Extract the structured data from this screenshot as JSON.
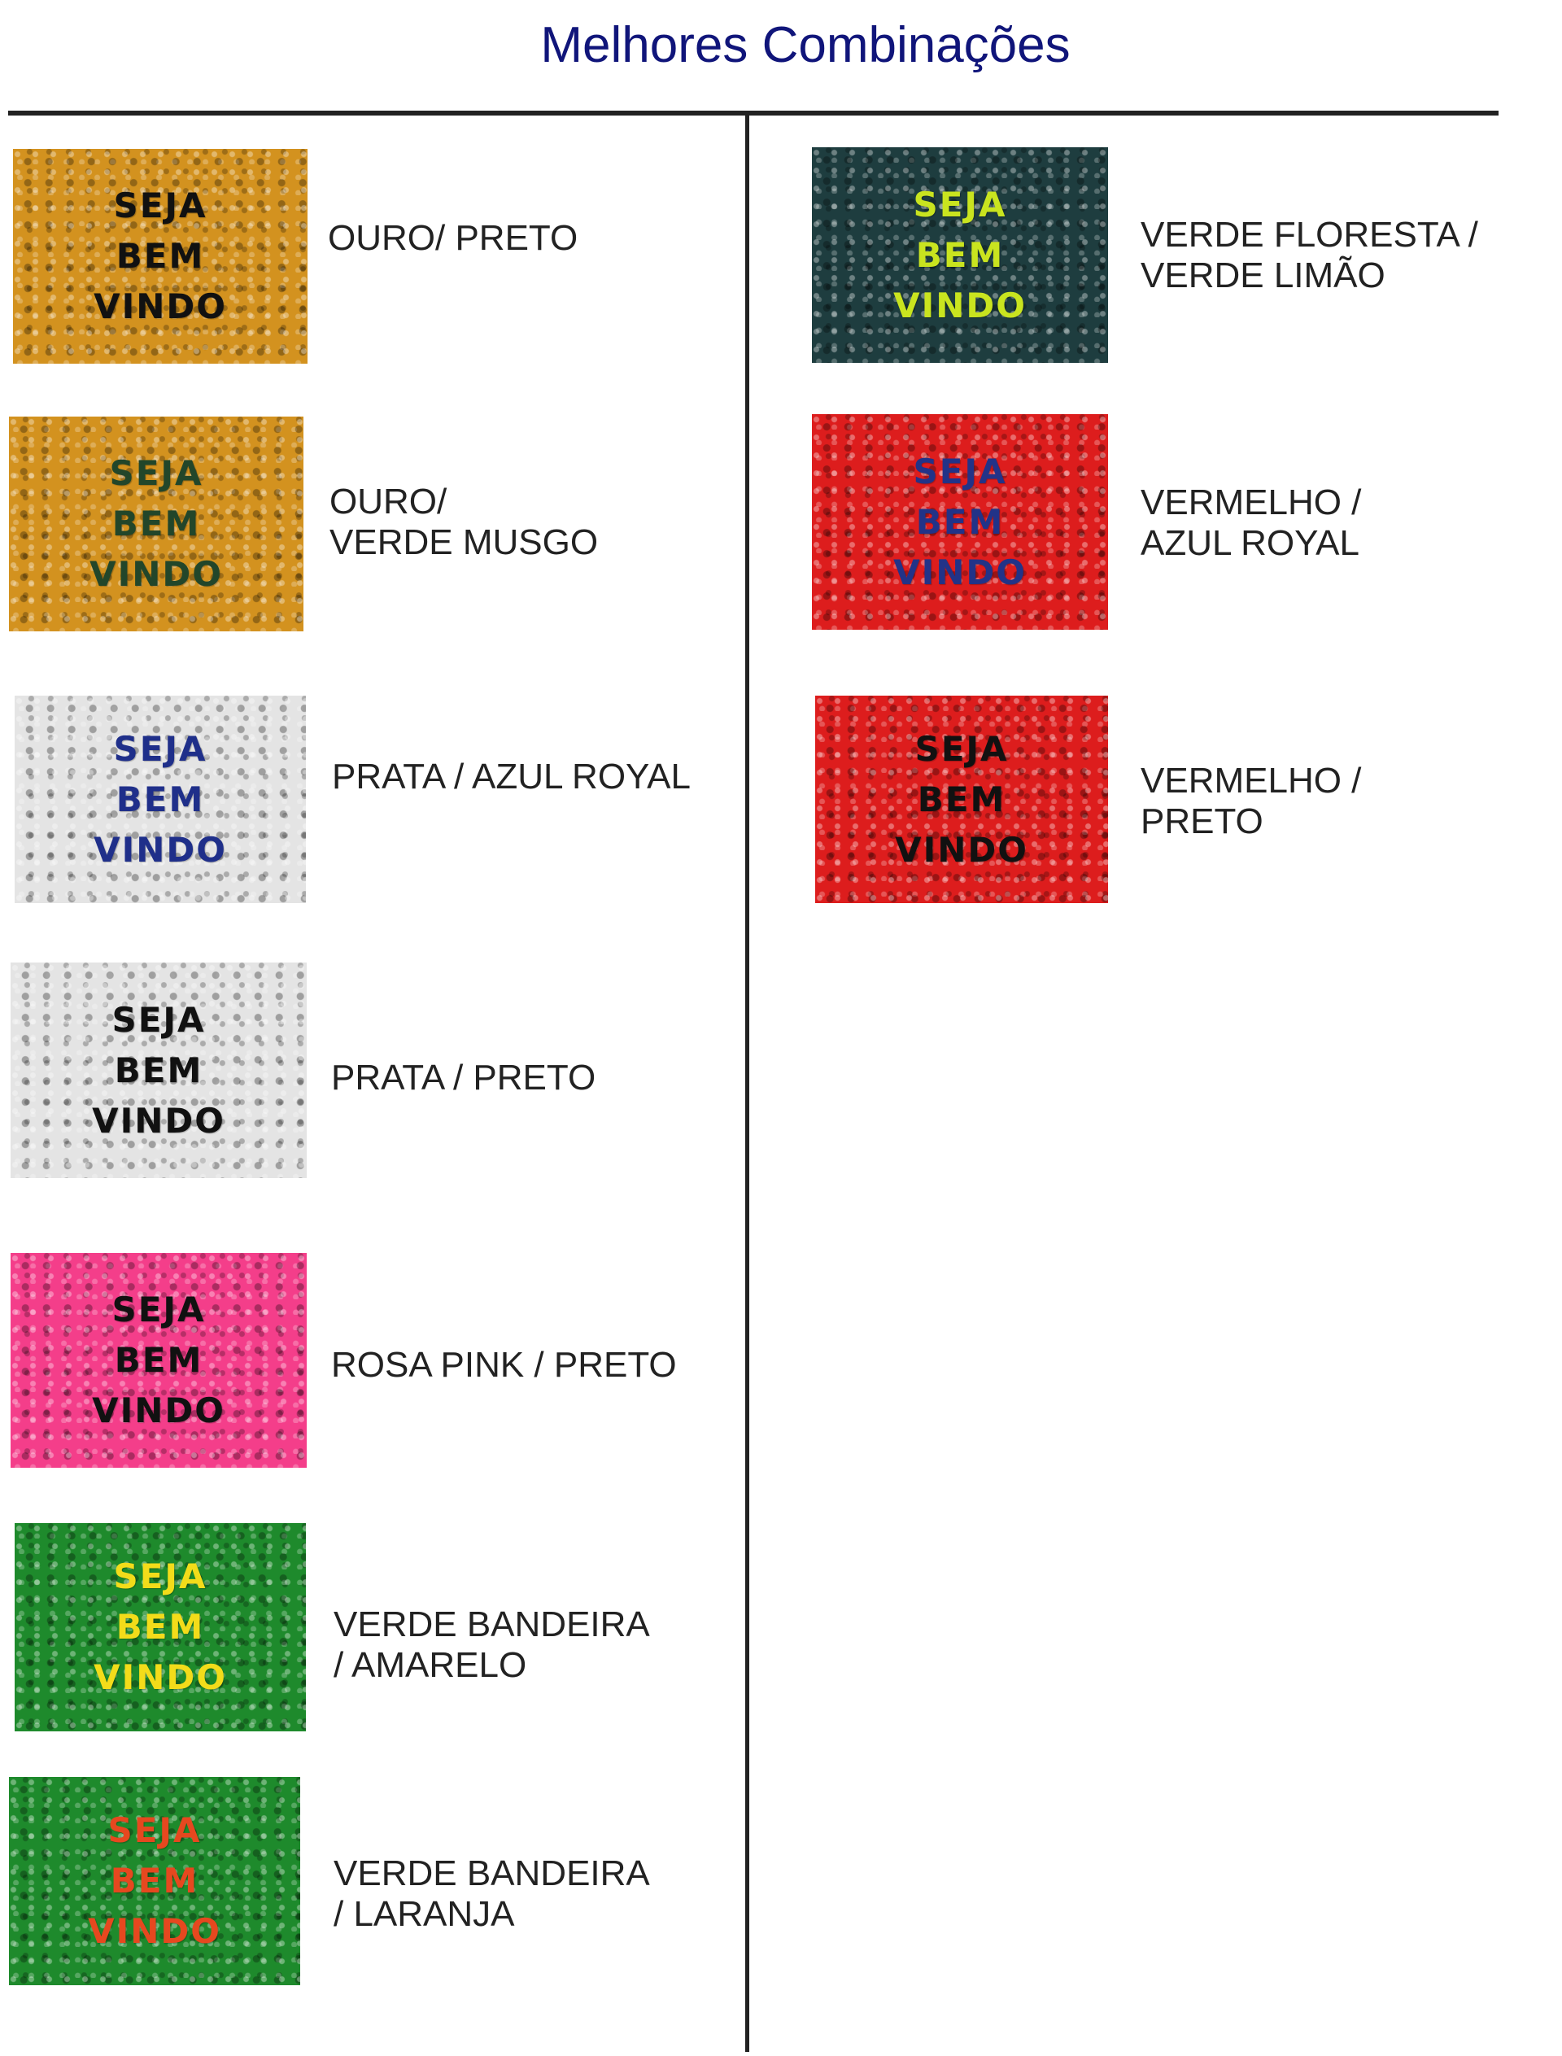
{
  "title": "Melhores Combinações",
  "mat_text": [
    "SEJA",
    "BEM",
    "VINDO"
  ],
  "items": [
    {
      "label": "OURO/ PRETO",
      "bg": "#d3921f",
      "fg": "#111111"
    },
    {
      "label": "OURO/\nVERDE MUSGO",
      "bg": "#d3921f",
      "fg": "#22462a"
    },
    {
      "label": "PRATA / AZUL ROYAL",
      "bg": "#e4e4e4",
      "fg": "#1f2f8a"
    },
    {
      "label": "PRATA / PRETO",
      "bg": "#e4e4e4",
      "fg": "#111111"
    },
    {
      "label": "ROSA PINK / PRETO",
      "bg": "#f43e8a",
      "fg": "#111111"
    },
    {
      "label": "VERDE BANDEIRA\n/ AMARELO",
      "bg": "#1e8a2c",
      "fg": "#f3dc1a"
    },
    {
      "label": "VERDE BANDEIRA\n/ LARANJA",
      "bg": "#1e8a2c",
      "fg": "#e6481f"
    },
    {
      "label": "VERDE FLORESTA /\nVERDE LIMÃO",
      "bg": "#1e3d3f",
      "fg": "#c9e41f"
    },
    {
      "label": "VERMELHO /\nAZUL ROYAL",
      "bg": "#dd1d1d",
      "fg": "#223388"
    },
    {
      "label": "VERMELHO /\nPRETO",
      "bg": "#dd1d1d",
      "fg": "#111111"
    }
  ]
}
